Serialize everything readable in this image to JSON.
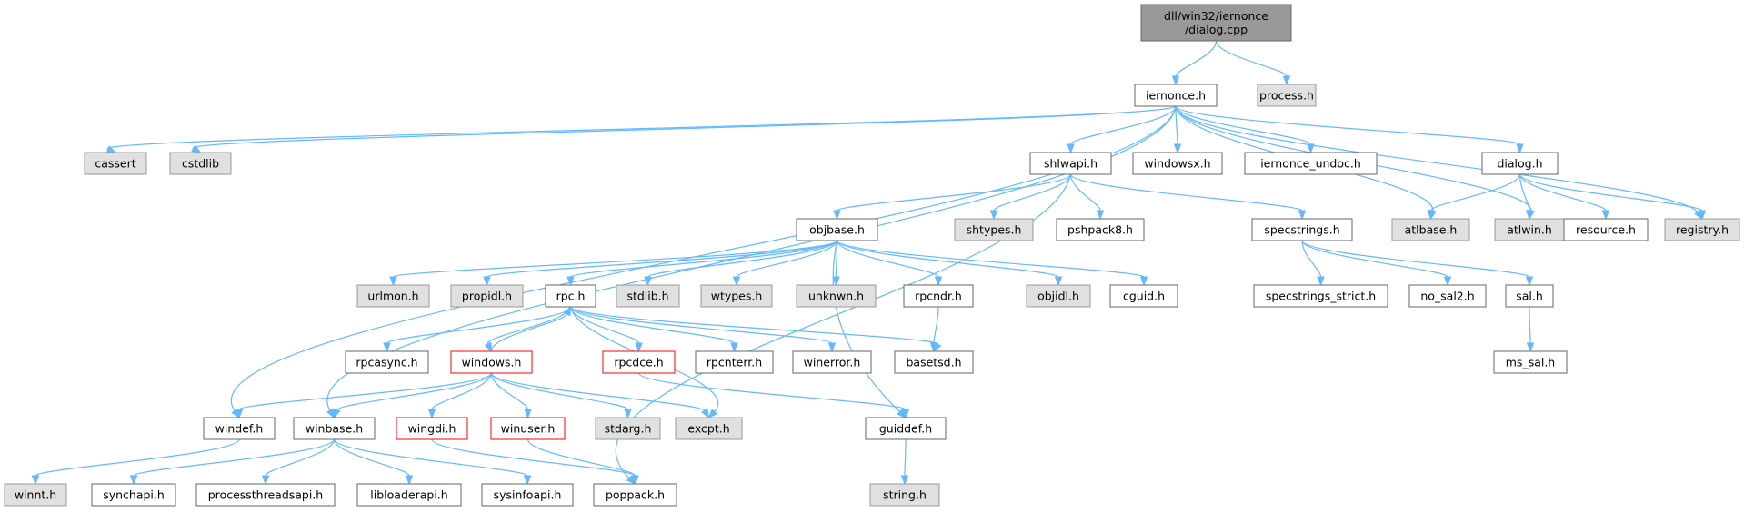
{
  "graph": {
    "title": "dll/win32/iernonce/dialog.cpp",
    "colors": {
      "edge": "#63b8ff",
      "root_fill": "#999999",
      "root_border": "#666666",
      "normal_fill": "#ffffff",
      "normal_border": "#666666",
      "missing_fill": "#e0e0e0",
      "missing_border": "#999999",
      "truncated_border": "#ff0000"
    },
    "nodes": [
      {
        "id": "root",
        "label": "dll/win32/iernonce\n/dialog.cpp",
        "style": "root"
      },
      {
        "id": "iernonce_h",
        "label": "iernonce.h",
        "style": "normal"
      },
      {
        "id": "process_h",
        "label": "process.h",
        "style": "missing"
      },
      {
        "id": "cassert",
        "label": "cassert",
        "style": "missing"
      },
      {
        "id": "cstdlib",
        "label": "cstdlib",
        "style": "missing"
      },
      {
        "id": "shlwapi_h",
        "label": "shlwapi.h",
        "style": "normal"
      },
      {
        "id": "windowsx_h",
        "label": "windowsx.h",
        "style": "normal"
      },
      {
        "id": "iernonce_undoc_h",
        "label": "iernonce_undoc.h",
        "style": "normal"
      },
      {
        "id": "dialog_h",
        "label": "dialog.h",
        "style": "normal"
      },
      {
        "id": "atlbase_h",
        "label": "atlbase.h",
        "style": "missing"
      },
      {
        "id": "atlwin_h",
        "label": "atlwin.h",
        "style": "missing"
      },
      {
        "id": "resource_h",
        "label": "resource.h",
        "style": "normal"
      },
      {
        "id": "registry_h",
        "label": "registry.h",
        "style": "missing"
      },
      {
        "id": "objbase_h",
        "label": "objbase.h",
        "style": "normal"
      },
      {
        "id": "shtypes_h",
        "label": "shtypes.h",
        "style": "missing"
      },
      {
        "id": "pshpack8_h",
        "label": "pshpack8.h",
        "style": "normal"
      },
      {
        "id": "specstrings_h",
        "label": "specstrings.h",
        "style": "normal"
      },
      {
        "id": "urlmon_h",
        "label": "urlmon.h",
        "style": "missing"
      },
      {
        "id": "propidl_h",
        "label": "propidl.h",
        "style": "missing"
      },
      {
        "id": "rpc_h",
        "label": "rpc.h",
        "style": "normal"
      },
      {
        "id": "stdlib_h",
        "label": "stdlib.h",
        "style": "missing"
      },
      {
        "id": "wtypes_h",
        "label": "wtypes.h",
        "style": "missing"
      },
      {
        "id": "unknwn_h",
        "label": "unknwn.h",
        "style": "missing"
      },
      {
        "id": "rpcndr_h",
        "label": "rpcndr.h",
        "style": "normal"
      },
      {
        "id": "objidl_h",
        "label": "objidl.h",
        "style": "missing"
      },
      {
        "id": "cguid_h",
        "label": "cguid.h",
        "style": "normal"
      },
      {
        "id": "specstrings_strict_h",
        "label": "specstrings_strict.h",
        "style": "normal"
      },
      {
        "id": "no_sal2_h",
        "label": "no_sal2.h",
        "style": "normal"
      },
      {
        "id": "sal_h",
        "label": "sal.h",
        "style": "normal"
      },
      {
        "id": "ms_sal_h",
        "label": "ms_sal.h",
        "style": "normal"
      },
      {
        "id": "rpcasync_h",
        "label": "rpcasync.h",
        "style": "normal"
      },
      {
        "id": "windows_h",
        "label": "windows.h",
        "style": "truncated"
      },
      {
        "id": "rpcdce_h",
        "label": "rpcdce.h",
        "style": "truncated"
      },
      {
        "id": "rpcnterr_h",
        "label": "rpcnterr.h",
        "style": "normal"
      },
      {
        "id": "winerror_h",
        "label": "winerror.h",
        "style": "normal"
      },
      {
        "id": "basetsd_h",
        "label": "basetsd.h",
        "style": "normal"
      },
      {
        "id": "windef_h",
        "label": "windef.h",
        "style": "normal"
      },
      {
        "id": "winbase_h",
        "label": "winbase.h",
        "style": "normal"
      },
      {
        "id": "wingdi_h",
        "label": "wingdi.h",
        "style": "truncated"
      },
      {
        "id": "winuser_h",
        "label": "winuser.h",
        "style": "truncated"
      },
      {
        "id": "stdarg_h",
        "label": "stdarg.h",
        "style": "missing"
      },
      {
        "id": "excpt_h",
        "label": "excpt.h",
        "style": "missing"
      },
      {
        "id": "guiddef_h",
        "label": "guiddef.h",
        "style": "normal"
      },
      {
        "id": "winnt_h",
        "label": "winnt.h",
        "style": "missing"
      },
      {
        "id": "synchapi_h",
        "label": "synchapi.h",
        "style": "normal"
      },
      {
        "id": "processthreadsapi_h",
        "label": "processthreadsapi.h",
        "style": "normal"
      },
      {
        "id": "libloaderapi_h",
        "label": "libloaderapi.h",
        "style": "normal"
      },
      {
        "id": "sysinfoapi_h",
        "label": "sysinfoapi.h",
        "style": "normal"
      },
      {
        "id": "poppack_h",
        "label": "poppack.h",
        "style": "normal"
      },
      {
        "id": "string_h",
        "label": "string.h",
        "style": "missing"
      }
    ],
    "edges": [
      {
        "from": "root",
        "to": "iernonce_h"
      },
      {
        "from": "root",
        "to": "process_h"
      },
      {
        "from": "iernonce_h",
        "to": "cassert"
      },
      {
        "from": "iernonce_h",
        "to": "cstdlib"
      },
      {
        "from": "iernonce_h",
        "to": "windef_h"
      },
      {
        "from": "iernonce_h",
        "to": "winbase_h"
      },
      {
        "from": "iernonce_h",
        "to": "shlwapi_h"
      },
      {
        "from": "iernonce_h",
        "to": "windowsx_h"
      },
      {
        "from": "iernonce_h",
        "to": "iernonce_undoc_h"
      },
      {
        "from": "iernonce_h",
        "to": "atlbase_h"
      },
      {
        "from": "iernonce_h",
        "to": "atlwin_h"
      },
      {
        "from": "iernonce_h",
        "to": "dialog_h"
      },
      {
        "from": "iernonce_h",
        "to": "registry_h"
      },
      {
        "from": "shlwapi_h",
        "to": "objbase_h"
      },
      {
        "from": "shlwapi_h",
        "to": "shtypes_h"
      },
      {
        "from": "shlwapi_h",
        "to": "pshpack8_h"
      },
      {
        "from": "shlwapi_h",
        "to": "specstrings_h"
      },
      {
        "from": "shlwapi_h",
        "to": "poppack_h"
      },
      {
        "from": "dialog_h",
        "to": "atlbase_h"
      },
      {
        "from": "dialog_h",
        "to": "atlwin_h"
      },
      {
        "from": "dialog_h",
        "to": "resource_h"
      },
      {
        "from": "dialog_h",
        "to": "registry_h"
      },
      {
        "from": "objbase_h",
        "to": "urlmon_h"
      },
      {
        "from": "objbase_h",
        "to": "propidl_h"
      },
      {
        "from": "objbase_h",
        "to": "rpc_h"
      },
      {
        "from": "objbase_h",
        "to": "stdlib_h"
      },
      {
        "from": "objbase_h",
        "to": "wtypes_h"
      },
      {
        "from": "objbase_h",
        "to": "unknwn_h"
      },
      {
        "from": "objbase_h",
        "to": "rpcndr_h"
      },
      {
        "from": "objbase_h",
        "to": "objidl_h"
      },
      {
        "from": "objbase_h",
        "to": "cguid_h"
      },
      {
        "from": "objbase_h",
        "to": "guiddef_h"
      },
      {
        "from": "specstrings_h",
        "to": "specstrings_strict_h"
      },
      {
        "from": "specstrings_h",
        "to": "no_sal2_h"
      },
      {
        "from": "specstrings_h",
        "to": "sal_h"
      },
      {
        "from": "sal_h",
        "to": "ms_sal_h"
      },
      {
        "from": "rpc_h",
        "to": "rpcasync_h"
      },
      {
        "from": "rpc_h",
        "to": "windows_h"
      },
      {
        "from": "rpc_h",
        "to": "rpcdce_h"
      },
      {
        "from": "rpc_h",
        "to": "rpcnterr_h"
      },
      {
        "from": "rpc_h",
        "to": "winerror_h"
      },
      {
        "from": "rpc_h",
        "to": "basetsd_h"
      },
      {
        "from": "rpc_h",
        "to": "excpt_h"
      },
      {
        "from": "rpcndr_h",
        "to": "basetsd_h"
      },
      {
        "from": "windows_h",
        "to": "rpc_h"
      },
      {
        "from": "windows_h",
        "to": "windef_h"
      },
      {
        "from": "windows_h",
        "to": "winbase_h"
      },
      {
        "from": "windows_h",
        "to": "wingdi_h"
      },
      {
        "from": "windows_h",
        "to": "winuser_h"
      },
      {
        "from": "windows_h",
        "to": "stdarg_h"
      },
      {
        "from": "windows_h",
        "to": "excpt_h"
      },
      {
        "from": "rpcdce_h",
        "to": "guiddef_h"
      },
      {
        "from": "windef_h",
        "to": "winnt_h"
      },
      {
        "from": "winbase_h",
        "to": "synchapi_h"
      },
      {
        "from": "winbase_h",
        "to": "processthreadsapi_h"
      },
      {
        "from": "winbase_h",
        "to": "libloaderapi_h"
      },
      {
        "from": "winbase_h",
        "to": "sysinfoapi_h"
      },
      {
        "from": "wingdi_h",
        "to": "poppack_h"
      },
      {
        "from": "winuser_h",
        "to": "poppack_h"
      },
      {
        "from": "guiddef_h",
        "to": "string_h"
      }
    ]
  }
}
